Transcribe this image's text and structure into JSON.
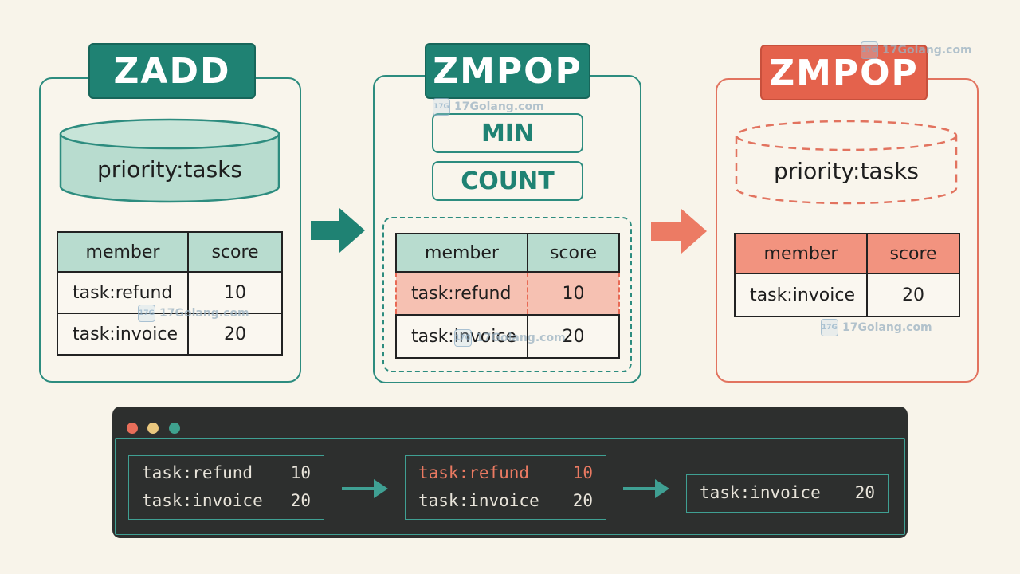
{
  "panels": {
    "zadd": {
      "badge": "ZADD",
      "key": "priority:tasks",
      "table": {
        "headers": [
          "member",
          "score"
        ],
        "rows": [
          {
            "member": "task:refund",
            "score": "10"
          },
          {
            "member": "task:invoice",
            "score": "20"
          }
        ]
      }
    },
    "zmpop": {
      "badge": "ZMPOP",
      "options": [
        "MIN",
        "COUNT"
      ],
      "table": {
        "headers": [
          "member",
          "score"
        ],
        "rows": [
          {
            "member": "task:refund",
            "score": "10",
            "highlighted": true
          },
          {
            "member": "task:invoice",
            "score": "20"
          }
        ]
      }
    },
    "result": {
      "badge": "ZMPOP",
      "key": "priority:tasks",
      "table": {
        "headers": [
          "member",
          "score"
        ],
        "rows": [
          {
            "member": "task:invoice",
            "score": "20"
          }
        ]
      }
    }
  },
  "terminal": {
    "boxes": [
      {
        "rows": [
          {
            "member": "task:refund",
            "score": "10"
          },
          {
            "member": "task:invoice",
            "score": "20"
          }
        ]
      },
      {
        "rows": [
          {
            "member": "task:refund",
            "score": "10",
            "popped": true
          },
          {
            "member": "task:invoice",
            "score": "20"
          }
        ]
      },
      {
        "rows": [
          {
            "member": "task:invoice",
            "score": "20"
          }
        ]
      }
    ]
  },
  "watermark": {
    "text": "17Golang.com",
    "icon_text": "17G"
  },
  "colors": {
    "teal": "#1f8273",
    "coral": "#e4624c",
    "terminal_bg": "#2d2f2e",
    "background": "#f8f4ea"
  },
  "icons": [
    "arrow-right-icon",
    "database-cylinder-icon"
  ]
}
